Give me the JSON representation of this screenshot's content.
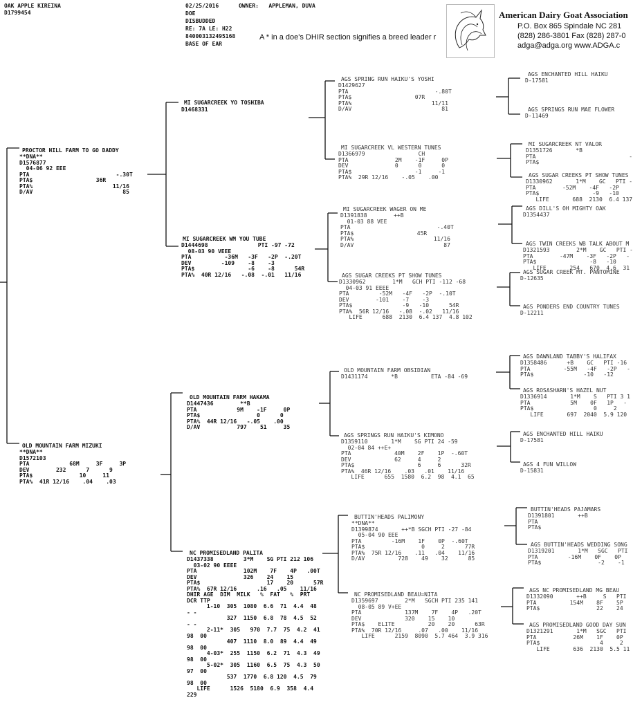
{
  "header": {
    "animal_name": "OAK APPLE KIREINA",
    "animal_id": "D1799454",
    "info_lines": [
      "02/25/2016      OWNER:   APPLEMAN, DUVA",
      "DOE",
      "DISBUDDED",
      "RE: 7A LE: H22",
      "840003132495168",
      "BASE OF EAR"
    ],
    "notice": "A * in a doe's  DHIR section  signifies a breed leader r"
  },
  "association": {
    "name": "American Dairy Goat Association",
    "address": "P.O. Box 865    Spindale NC 281",
    "phone": "(828) 286-3801    Fax (828) 287-0",
    "web": "adga@adga.org   www.ADGA.c"
  },
  "pedigree": {
    "sire": {
      "name": "PROCTOR HILL FARM TO GO DADDY",
      "details": "**DNA**\nD1576877\n  04-06 92 EEE\nPTA                          -.30T\nPTA$                   36R\nPTA%                        11/16\nD/AV                           85"
    },
    "dam": {
      "name": "OLD MOUNTAIN FARM MIZUKI",
      "details": "**DNA**\nD1572103\nPTA            68M     3F     3P\nDEV        232      7      9\nPTA$              10     11\nPTA%  41R 12/16    .04    .03"
    },
    "sire_sire": {
      "name": "MI SUGARCREEK YO TOSHIBA",
      "details": "D1468331"
    },
    "sire_dam": {
      "name": "MI SUGARCREEK WM YOU TUBE",
      "details": "D1444698               PTI -97 -72\n  08-03 90 VEEE\nPTA          -36M   -3F   -2P  -.20T\nDEV         -109    -8    -3\nPTA$                -6    -8      54R\nPTA%  40R 12/16   -.08  -.01   11/16"
    },
    "dam_sire": {
      "name": "OLD MOUNTAIN FARM HAKAMA",
      "details": "D1447436        **B\nPTA            9M    -1F     0P\nPTA$                 0      0\nPTA%  44R 12/16   -.05    .00\nD/AV           797    51     35"
    },
    "dam_dam": {
      "name": "NC PROMISEDLAND PALITA",
      "details": "D1437338         3*M    SG PTI 212 106\n  03-02 90 EEEE\nPTA              102M    7F    4P   .00T\nDEV              326    24    15\nPTA$                    17    20      57R\nPTA%  67R 12/16      .16   .05    11/16\nDHIR AGE  DIM  MILK   %  FAT   %  PRT\nDCR TTP\n      1-10  305  1080  6.6  71  4.4  48\n- -\n            327  1150  6.8  78  4.5  52\n- -\n      2-11*  305   970  7.7  75  4.2  41\n98  00\n            407  1110  8.0  89  4.4  49\n98  00\n      4-03*  255  1150  6.2  71  4.3  49\n98  00\n      5-02*  305  1160  6.5  75  4.3  50\n97  00\n            537  1770  6.8 120  4.5  79\n98  00\n   LIFE      1526  5180  6.9  358  4.4\n229"
    },
    "gen3": [
      {
        "name": "AGS SPRING RUN HAIKU'S YOSHI",
        "details": "D1429627\nPTA                          -.80T\nPTA$                   07R\nPTA%                        11/11\nD/AV                           81"
      },
      {
        "name": "MI SUGARCREEK VL WESTERN TUNES",
        "details": "D1366979                CH\nPTA              2M    -1F     0P\nDEV              0      0      0\nPTA$                   -1     -1\nPTA%  29R 12/16    -.05    .00"
      },
      {
        "name": "MI SUGARCREEK WAGER ON ME",
        "details": "D1391838        ++B\n  01-03 88 VEE\nPTA                          -.40T\nPTA$                   45R\nPTA%                        11/16\nD/AV                           87"
      },
      {
        "name": "AGS SUGAR CREEKS PT SHOW TUNES",
        "details": "D1330962        1*M   GCH PTI -112 -68\n  04-03 91 EEEE\nPTA         -52M   -4F   -2P  -.10T\nDEV        -101    -7    -3\nPTA$               -9   -10      54R\nPTA%  56R 12/16   -.08  -.02   11/16\n   LIFE      688  2130  6.4 137  4.8 102"
      },
      {
        "name": "OLD MOUNTAIN FARM OBSIDIAN",
        "details": "D1431174       *B          ETA -84 -69"
      },
      {
        "name": "AGS SPRINGS RUN HAIKU'S KIMONO",
        "details": "D1359110       1*M    SG PTI 24 -59\n  02-04 84 ++E+\nPTA             40M    2F    1P  -.60T\nDEV             62     4     2\nPTA$                   6     6      32R\nPTA%  46R 12/16    .03   .01    11/16\n   LIFE      655  1580  6.2  98  4.1  65"
      },
      {
        "name": "BUTTIN'HEADS PALIMONY",
        "details": "**DNA**\nD1399874       ++*B SGCH PTI -27 -84\n  05-04 90 EEE\nPTA         -16M    1F    0P  -.60T\nPTA$                 0     2      77R\nPTA%  75R 12/16    .11   .04    11/16\nD/AV          728    49    32      85"
      },
      {
        "name": "NC PROMISEDLAND BEAU=NITA",
        "details": "D1359697        2*M   SGCH PTI 235 141\n  08-05 89 V+EE\nPTA             137M    7F    4P   .20T\nDEV             320    15    10\nPTA$    ELITE          20    20      63R\nPTA%  70R 12/16     .07   .00    11/16\n   LIFE      2159  8090  5.7 464  3.9 316"
      }
    ],
    "gen4": [
      {
        "name": "AGS ENCHANTED HILL HAIKU",
        "details": "D-17581"
      },
      {
        "name": "AGS SPRINGS RUN MAE FLOWER",
        "details": "D-11469"
      },
      {
        "name": "MI SUGARCREEK NT VALOR",
        "details": "D1351726       *B\nPTA                            -\nPTA$"
      },
      {
        "name": "AGS SUGAR CREEKS PT SHOW TUNES",
        "details": "D1330962       1*M    GC   PTI -\nPTA        -52M    -4F   -2P\nPTA$                -9   -10\n   LIFE       688  2130  6.4 137"
      },
      {
        "name": "AGS DILL'S OH MIGHTY OAK",
        "details": "D1354437"
      },
      {
        "name": "AGS TWIN CREEKS WB TALK ABOUT M",
        "details": "D1321593        2*M    GC   PTI -\nPTA        -47M    -3F   -2P   -\nPTA$                -8   -10\n   LIFE       254   670  4.6  31"
      },
      {
        "name": "AGS SUGAR CREEK MT. PANTOMINE",
        "details": "D-12635"
      },
      {
        "name": "AGS PONDERS END COUNTRY TUNES",
        "details": "D-12211"
      },
      {
        "name": "AGS DAWNLAND TABBY'S HALIFAX",
        "details": "D1358486      +B    GC   PTI -16\nPTA          -55M   -4F   -2P   -\nPTA$               -10   -12"
      },
      {
        "name": "AGS ROSASHARN'S HAZEL NUT",
        "details": "D1336914       1*M    S   PTI 3 1\nPTA            5M    0F   1P   -\nPTA$                  0     2\n   LIFE       697  2040  5.9 120"
      },
      {
        "name": "AGS ENCHANTED HILL HAIKU",
        "details": "D-17581"
      },
      {
        "name": "AGS 4 FUN WILLOW",
        "details": "D-15831"
      },
      {
        "name": "BUTTIN'HEADS PAJAMARS",
        "details": "D1391801       ++B\nPTA\nPTA$"
      },
      {
        "name": "AGS BUTTIN'HEADS WEDDING SONG",
        "details": "D1319201       1*M   SGC   PTI\nPTA         -16M    0F    0P\nPTA$                 -2    -1"
      },
      {
        "name": "AGS NC PROMISEDLAND MG BEAU",
        "details": "D1332090       ++B     S   PTI\nPTA          154M    8F    5P\nPTA$                 22    24"
      },
      {
        "name": "AGS PROMISEDLAND GOOD DAY SUN",
        "details": "D1321291       1*M   SGC   PTI\nPTA           26M    1F    0P\nPTA$                  4     2\n   LIFE       636  2130  5.5 11"
      }
    ]
  }
}
